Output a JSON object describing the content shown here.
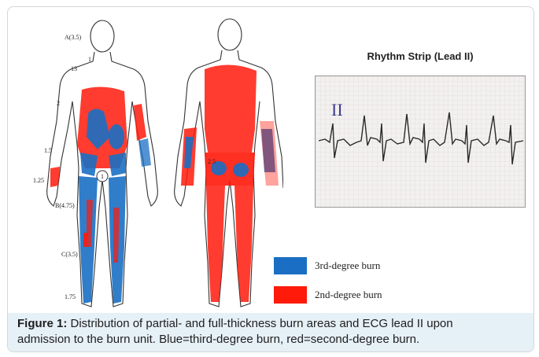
{
  "figure": {
    "caption_label": "Figure 1:",
    "caption_line1": "Distribution of partial- and full-thickness burn areas and ECG lead II upon",
    "caption_line2": "admission to the burn unit. Blue=third-degree burn, red=second-degree burn."
  },
  "ecg": {
    "title": "Rhythm Strip (Lead II)",
    "lead_label": "II"
  },
  "legend": [
    {
      "label": "3rd-degree burn",
      "color": "#1a6fc4"
    },
    {
      "label": "2nd-degree burn",
      "color": "#ff1a0a"
    }
  ],
  "bodymap": {
    "annotations": [
      "A(3.5)",
      "1",
      "13",
      "2",
      "1.5",
      "1.25",
      "1",
      "B(4.75)",
      "C(3.5)",
      "1.75",
      "2.5"
    ]
  },
  "colors": {
    "third_degree": "#1a6fc4",
    "second_degree": "#ff1a0a",
    "ecg_trace": "#2a2a2a",
    "caption_band": "#e6f0f7"
  }
}
